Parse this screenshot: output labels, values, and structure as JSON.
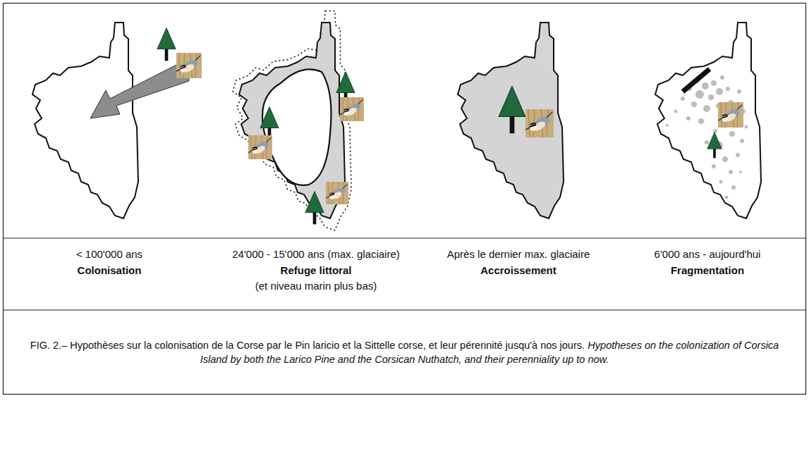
{
  "diagram": {
    "caption": "FIG. 2.– Hypothèses sur la colonisation de la Corse par le Pin laricio et la Sittelle corse, et leur pérennité jusqu'à nos jours.",
    "labels": [
      "< 100'000 ans",
      "Colonisation",
      "24'000 - 15'000 ans (max. glaciaire)",
      "Refuge littoral",
      "(et niveau marin plus bas)",
      "Après le dernier max. glaciaire",
      "Accroissement",
      "6'000 ans - aujourd'hui",
      "Fragmentation",
      "Hypotheses on the colonization of Corsica Island by both the Larico Pine and the Corsican Nuthatch, and their perenniality up to now."
    ]
  }
}
